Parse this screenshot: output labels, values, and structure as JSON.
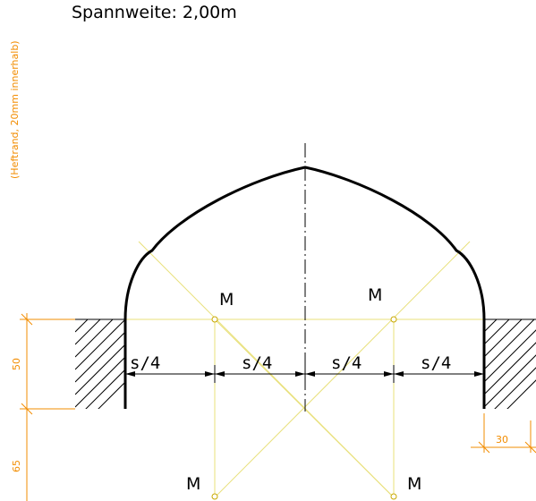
{
  "title": "Spannweite: 2,00m",
  "margin_note": "(Heftrand, 20mm innerhalb)",
  "center_labels": {
    "upper_left": "M",
    "upper_right": "M",
    "lower_left": "M",
    "lower_right": "M"
  },
  "dimensions": {
    "quarter_1": "s/4",
    "quarter_2": "s/4",
    "quarter_3": "s/4",
    "quarter_4": "s/4",
    "height_upper": "50",
    "height_lower": "65",
    "wall_width": "30"
  },
  "colors": {
    "outline": "#000000",
    "construction": "#e8e07a",
    "annotation": "#f28c00",
    "dimension": "#000000"
  }
}
